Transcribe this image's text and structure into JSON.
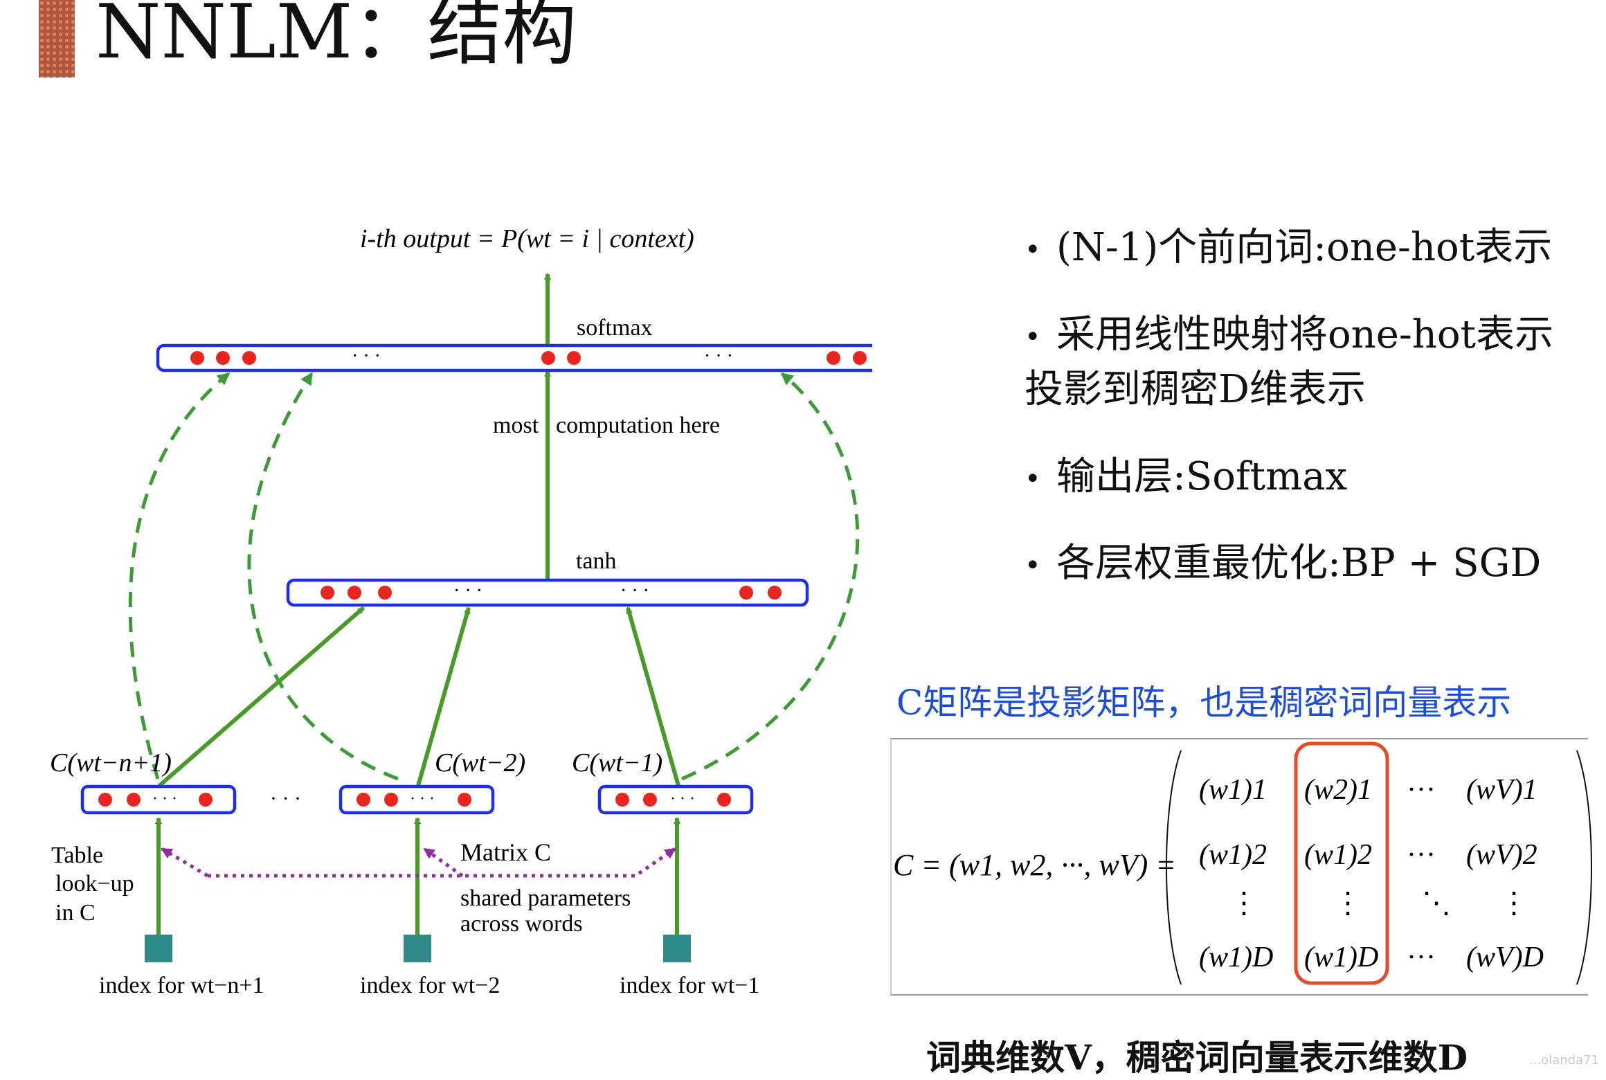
{
  "title": "NNLM：结构",
  "diagram": {
    "output_label_prefix": "i-th output = ",
    "output_label_formula": "P(wt = i | context)",
    "softmax_label": "softmax",
    "computation_label_left": "most",
    "computation_label_right": "computation here",
    "tanh_label": "tanh",
    "ellipsis": "· · ·",
    "ellipsis_small": "···",
    "context_labels": [
      "C(wt−n+1)",
      "C(wt−2)",
      "C(wt−1)"
    ],
    "index_labels": [
      "index for wt−n+1",
      "index for wt−2",
      "index for wt−1"
    ],
    "table_lookup_lines": [
      "Table",
      "look−up",
      "in C"
    ],
    "matrix_c_label": "Matrix C",
    "shared_params_lines": [
      "shared parameters",
      "across words"
    ],
    "colors": {
      "layer_border": "#1f2ee6",
      "node": "#e8251f",
      "arrow": "#4a9a2a",
      "dashed": "#3e9a37",
      "dotted": "#8f2f9f",
      "index_square": "#2f8a8a",
      "highlight": "#e24b2b"
    }
  },
  "bullets": [
    "(N-1)个前向词:one-hot表示",
    "采用线性映射将one-hot表示投影到稠密D维表示",
    "输出层:Softmax",
    "各层权重最优化:BP + SGD"
  ],
  "caption_blue": "C矩阵是投影矩阵，也是稠密词向量表示",
  "matrix": {
    "lhs": "C = (w1, w2, ···, wV) =",
    "rows": [
      [
        "(w1)1",
        "(w2)1",
        "···",
        "(wV)1"
      ],
      [
        "(w1)2",
        "(w1)2",
        "···",
        "(wV)2"
      ],
      [
        "⋮",
        "⋮",
        "⋱",
        "⋮"
      ],
      [
        "(w1)D",
        "(w1)D",
        "···",
        "(wV)D"
      ]
    ]
  },
  "caption_bottom": "词典维数V，稠密词向量表示维数D",
  "watermark": "...olanda71"
}
